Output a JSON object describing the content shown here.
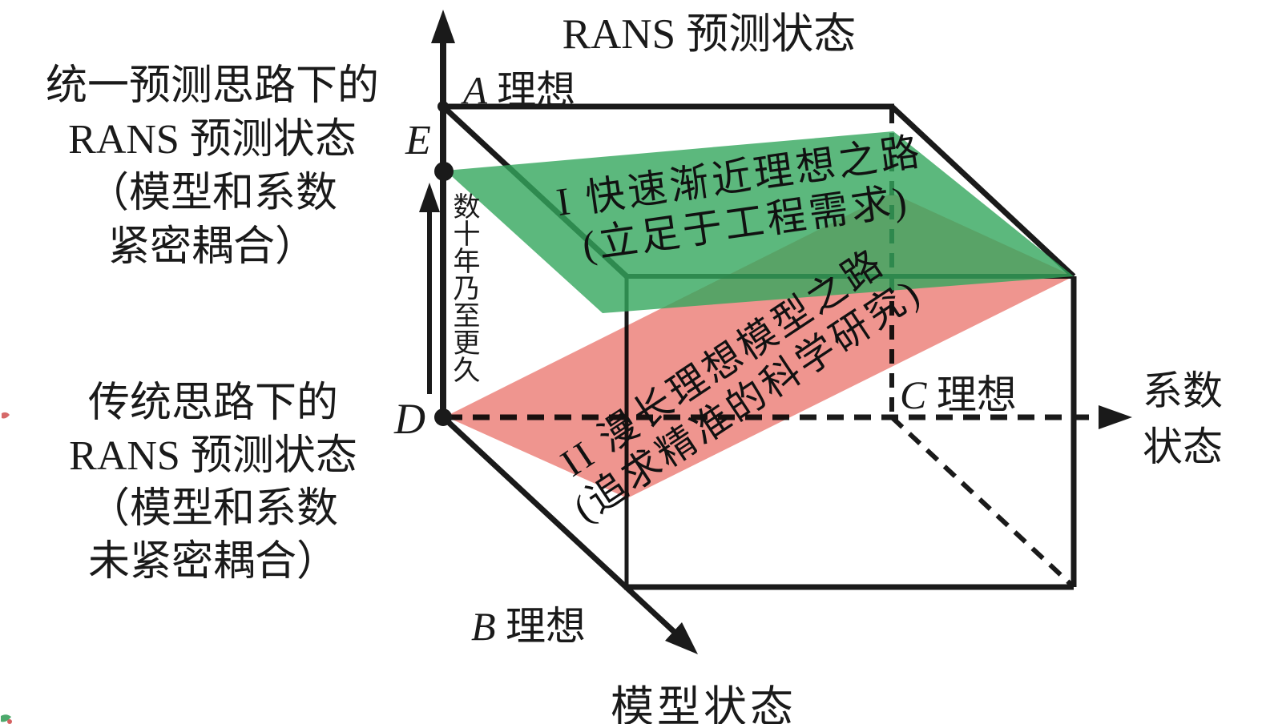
{
  "title": "RANS 预测状态",
  "axis": {
    "coef_line1": "系数",
    "coef_line2": "状态",
    "model": "模型状态"
  },
  "points": {
    "A": {
      "letter": "A",
      "suffix": " 理想"
    },
    "B": {
      "letter": "B",
      "suffix": " 理想"
    },
    "C": {
      "letter": "C",
      "suffix": " 理想"
    },
    "D": {
      "letter": "D"
    },
    "E": {
      "letter": "E"
    }
  },
  "left_top_note": {
    "l1": "统一预测思路下的",
    "l2": "RANS  预测状态",
    "l3": "（模型和系数",
    "l4": "紧密耦合）"
  },
  "left_bottom_note": {
    "l1": "传统思路下的",
    "l2": "RANS  预测状态",
    "l3": "（模型和系数",
    "l4": "未紧密耦合）"
  },
  "time_label": "数十年乃至更久",
  "green_path": {
    "l1": "I 快速渐近理想之路",
    "l2": "(立足于工程需求)"
  },
  "red_path": {
    "l1": "II 漫长理想模型之路",
    "l2": "(追求精准的科学研究)"
  },
  "colors": {
    "green_plane": "#33a65c",
    "red_plane": "#ee8c85",
    "ink": "#1a1a1a"
  }
}
